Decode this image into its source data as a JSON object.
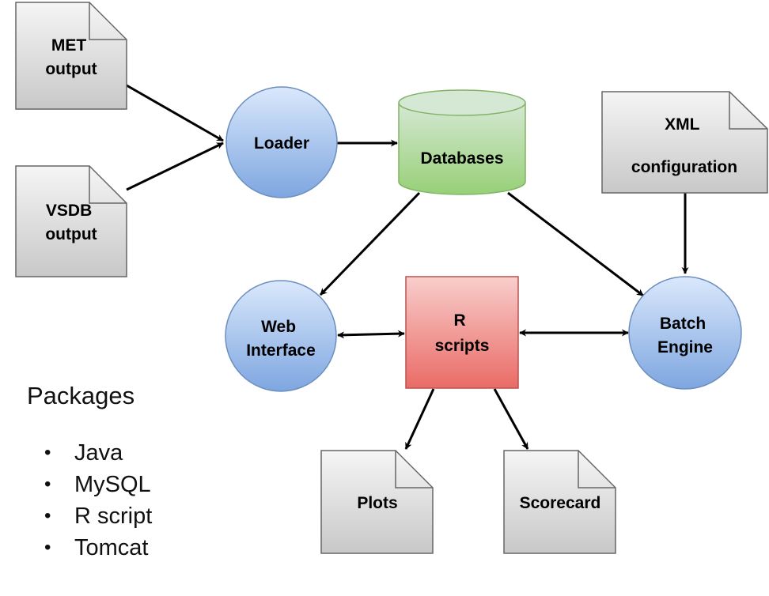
{
  "diagram": {
    "nodes": {
      "met_output": [
        "MET",
        "output"
      ],
      "vsdb_output": [
        "VSDB",
        "output"
      ],
      "loader": [
        "Loader"
      ],
      "databases": [
        "Databases"
      ],
      "xml_configuration": [
        "XML",
        "configuration"
      ],
      "web_interface": [
        "Web",
        "Interface"
      ],
      "r_scripts": [
        "R",
        "scripts"
      ],
      "batch_engine": [
        "Batch",
        "Engine"
      ],
      "plots": [
        "Plots"
      ],
      "scorecard": [
        "Scorecard"
      ]
    },
    "colors": {
      "document_fill": "#d9d9d9",
      "document_stroke": "#666666",
      "circle_fill": "#7ea6e0",
      "circle_stroke": "#6c8ebf",
      "database_fill": "#97d077",
      "database_stroke": "#82b366",
      "rscripts_fill": "#f19c99",
      "rscripts_stroke": "#b85450",
      "arrow": "#000000"
    }
  },
  "packages": {
    "title": "Packages",
    "items": [
      "Java",
      "MySQL",
      "R script",
      "Tomcat"
    ]
  }
}
